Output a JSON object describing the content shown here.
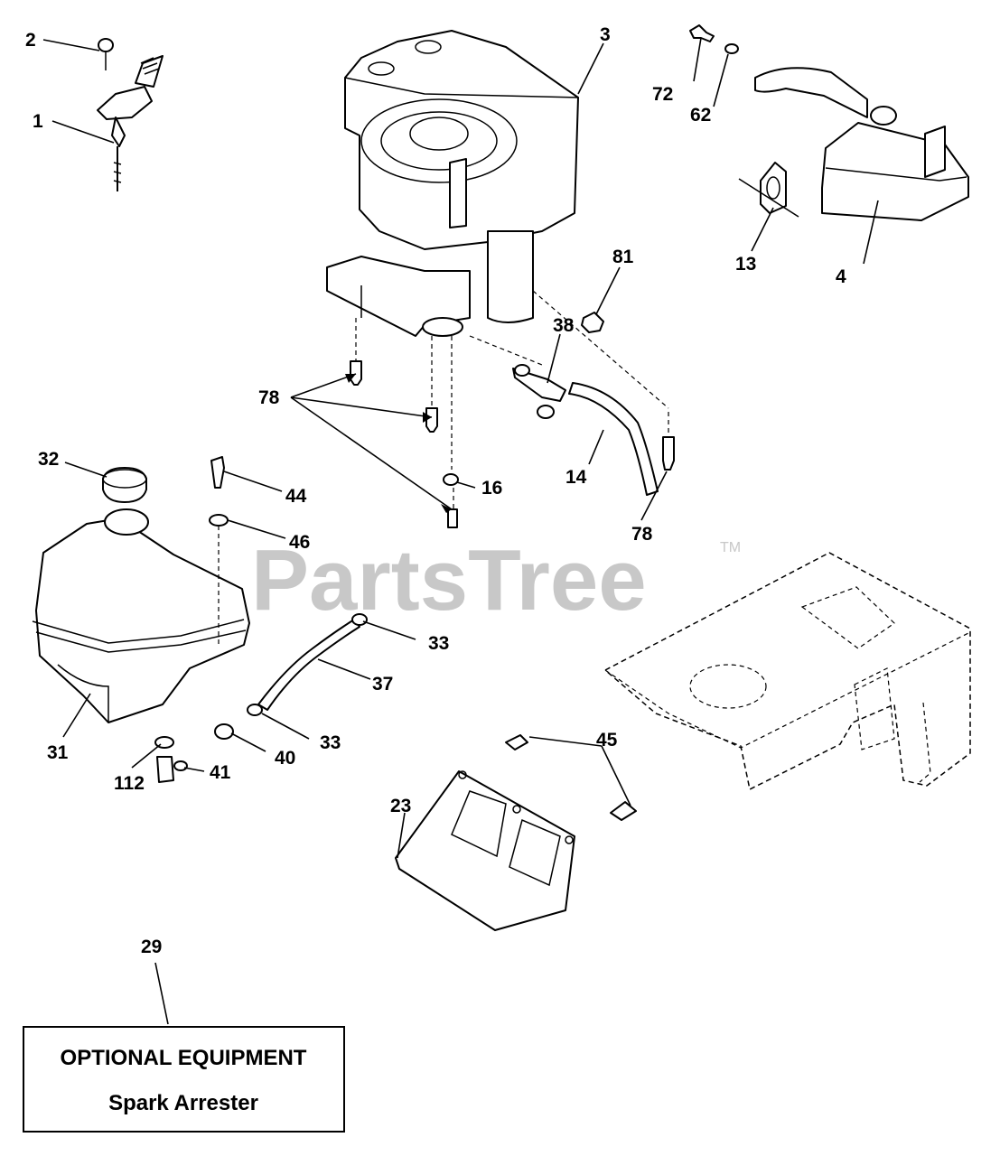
{
  "watermark": {
    "text": "PartsTree",
    "trademark": "TM"
  },
  "callouts": {
    "c1": "1",
    "c2": "2",
    "c3": "3",
    "c4": "4",
    "c13": "13",
    "c14": "14",
    "c16": "16",
    "c23": "23",
    "c29": "29",
    "c31": "31",
    "c32": "32",
    "c33a": "33",
    "c33b": "33",
    "c37": "37",
    "c38": "38",
    "c40": "40",
    "c41": "41",
    "c44": "44",
    "c45": "45",
    "c46": "46",
    "c62": "62",
    "c72": "72",
    "c78a": "78",
    "c78b": "78",
    "c81": "81",
    "c112": "112"
  },
  "optional_box": {
    "title": "OPTIONAL EQUIPMENT",
    "item": "Spark Arrester"
  }
}
